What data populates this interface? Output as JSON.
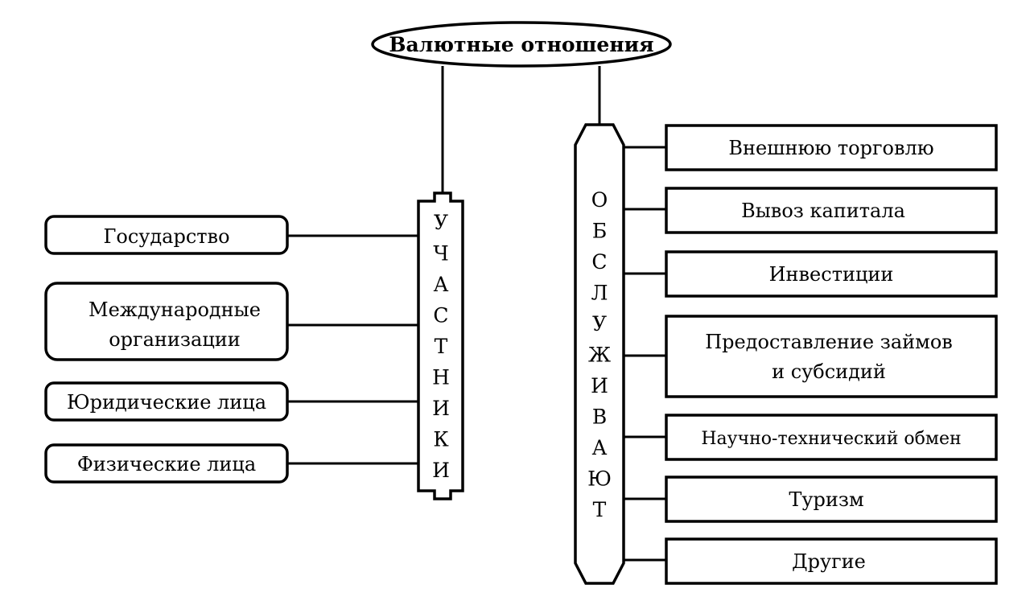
{
  "title": "Валютные отношения",
  "participants": {
    "label": [
      "У",
      "Ч",
      "А",
      "С",
      "Т",
      "Н",
      "И",
      "К",
      "И"
    ],
    "items": [
      [
        "Государство"
      ],
      [
        "Международные",
        "организации"
      ],
      [
        "Юридические лица"
      ],
      [
        "Физические лица"
      ]
    ]
  },
  "serves": {
    "label": [
      "О",
      "Б",
      "С",
      "Л",
      "У",
      "Ж",
      "И",
      "В",
      "А",
      "Ю",
      "Т"
    ],
    "items": [
      [
        "Внешнюю торговлю"
      ],
      [
        "Вывоз капитала"
      ],
      [
        "Инвестиции"
      ],
      [
        "Предоставление займов",
        "и субсидий"
      ],
      [
        "Научно-технический обмен"
      ],
      [
        "Туризм"
      ],
      [
        "Другие"
      ]
    ]
  }
}
